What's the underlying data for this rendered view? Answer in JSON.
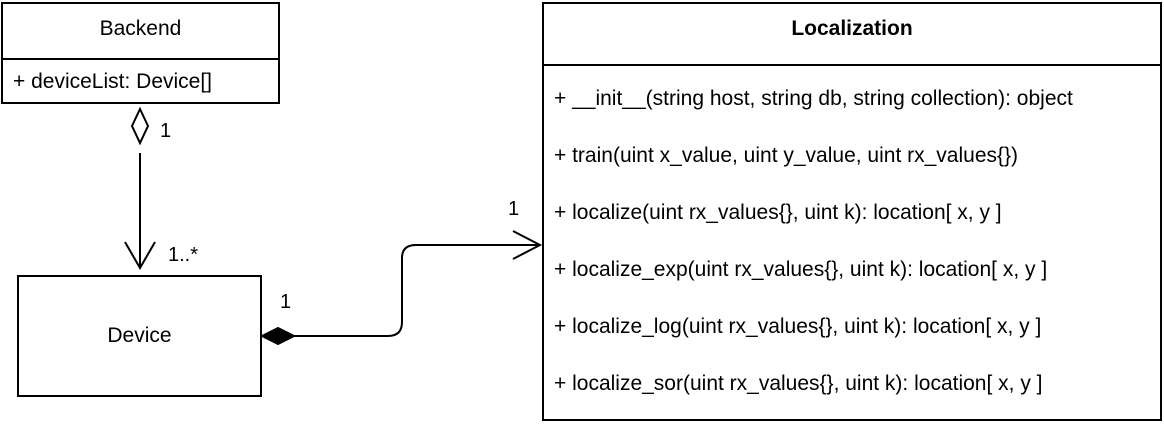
{
  "classes": {
    "backend": {
      "name": "Backend",
      "attributes": [
        "+ deviceList: Device[]"
      ]
    },
    "device": {
      "name": "Device"
    },
    "localization": {
      "name": "Localization",
      "methods": [
        "+ __init__(string host, string db, string collection): object",
        "+ train(uint x_value, uint y_value, uint rx_values{})",
        "+ localize(uint rx_values{}, uint k): location[ x, y ]",
        "+ localize_exp(uint rx_values{}, uint k): location[ x, y ]",
        "+ localize_log(uint rx_values{}, uint k): location[ x, y ]",
        "+ localize_sor(uint rx_values{}, uint k): location[ x, y ]"
      ]
    }
  },
  "relations": {
    "backend_device": {
      "type": "aggregation",
      "source_multiplicity": "1",
      "target_multiplicity": "1..*"
    },
    "device_localization": {
      "type": "composition",
      "source_multiplicity": "1",
      "target_multiplicity": "1"
    }
  }
}
